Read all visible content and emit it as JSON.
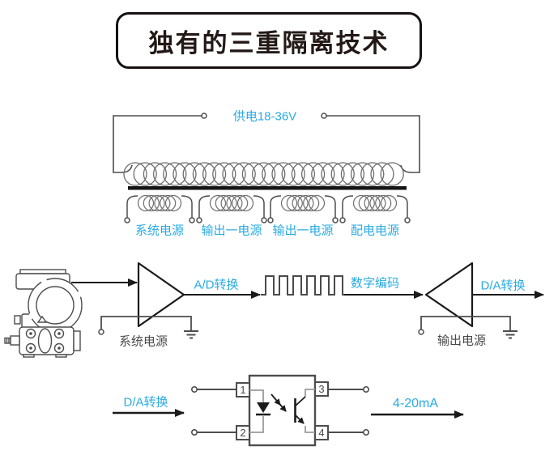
{
  "title": "独有的三重隔离技术",
  "colors": {
    "accent_blue": "#29abe2",
    "line_gray": "#4d4d4d",
    "ink": "#231916"
  },
  "transformer": {
    "supply_label": "供电18-36V",
    "winding_labels": [
      "系统电源",
      "输出一电源",
      "输出一电源",
      "配电电源"
    ]
  },
  "converter_stage": {
    "ad_label": "A/D转换",
    "digital_label": "数字编码",
    "da_label": "D/A转换",
    "system_power_label": "系统电源",
    "output_power_label": "输出电源"
  },
  "optocoupler_stage": {
    "da_label": "D/A转换",
    "output_current_label": "4-20mA",
    "pins": [
      "1",
      "2",
      "3",
      "4"
    ]
  }
}
